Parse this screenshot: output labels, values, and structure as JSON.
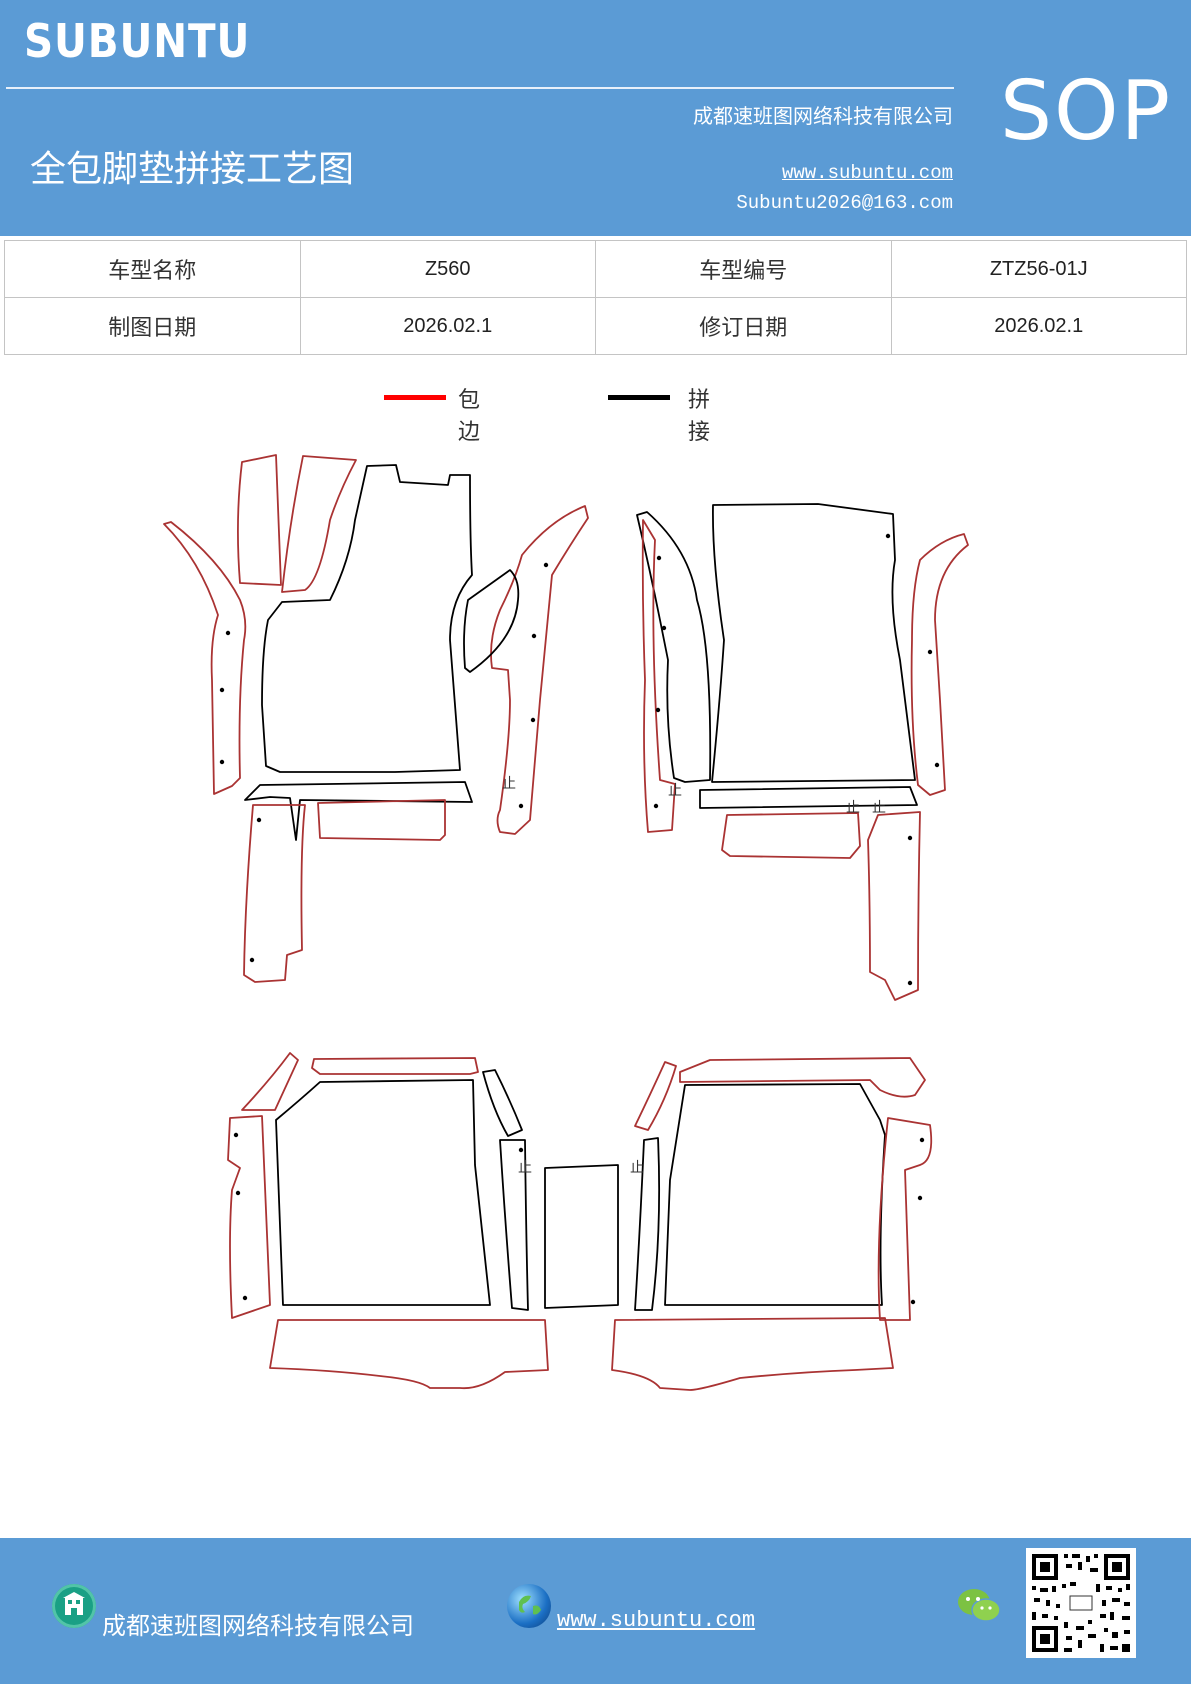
{
  "header": {
    "brand": "SUBUNTU",
    "company": "成都速班图网络科技有限公司",
    "title": "全包脚垫拼接工艺图",
    "website": "www.subuntu.com",
    "email": "Subuntu2026@163.com",
    "badge": "SOP"
  },
  "info_table": {
    "row1": {
      "label1": "车型名称",
      "value1": "Z560",
      "label2": "车型编号",
      "value2": "ZTZ56-01J"
    },
    "row2": {
      "label1": "制图日期",
      "value1": "2026.02.1",
      "label2": "修订日期",
      "value2": "2026.02.1"
    }
  },
  "legend": {
    "items": [
      {
        "label": "包边",
        "color": "#ff0000"
      },
      {
        "label": "拼接",
        "color": "#000000"
      }
    ]
  },
  "diagram": {
    "edge_color": "#c0392b",
    "seam_color": "#000000",
    "seam_mark": "止"
  },
  "footer": {
    "company": "成都速班图网络科技有限公司",
    "website": "www.subuntu.com",
    "icons": [
      "building-icon",
      "globe-icon",
      "wechat-icon",
      "qr-code"
    ]
  }
}
